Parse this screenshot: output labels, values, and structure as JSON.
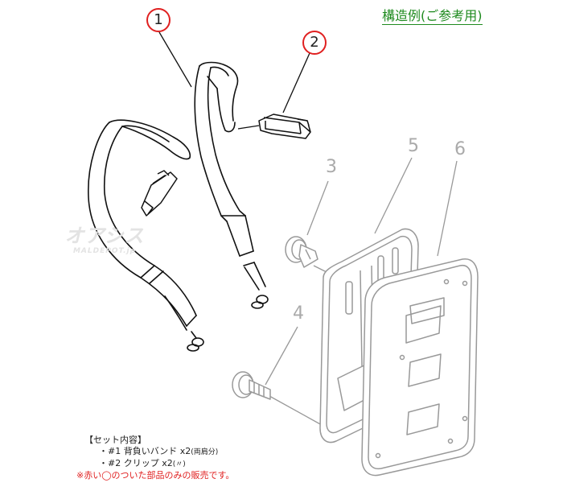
{
  "title": "構造例(ご参考用)",
  "callouts": [
    {
      "number": "1",
      "circled": true
    },
    {
      "number": "2",
      "circled": true
    },
    {
      "number": "3",
      "circled": false
    },
    {
      "number": "4",
      "circled": false
    },
    {
      "number": "5",
      "circled": false
    },
    {
      "number": "6",
      "circled": false
    }
  ],
  "watermark": {
    "main": "オアシス",
    "sub": "MALDEPOT.jp"
  },
  "set_info": {
    "heading": "【セット内容】",
    "item1_prefix": "・#1 背負いバンド x2",
    "item1_suffix": "(両肩分)",
    "item2_prefix": "・#2 クリップ x2",
    "item2_suffix": "(〃)",
    "note": "※赤い◯のついた部品のみの販売です。"
  },
  "colors": {
    "callout_circle": "#e02020",
    "title": "#1e8a1e",
    "note": "#e02020",
    "active_parts": "#111111",
    "inactive_parts": "#999999"
  }
}
